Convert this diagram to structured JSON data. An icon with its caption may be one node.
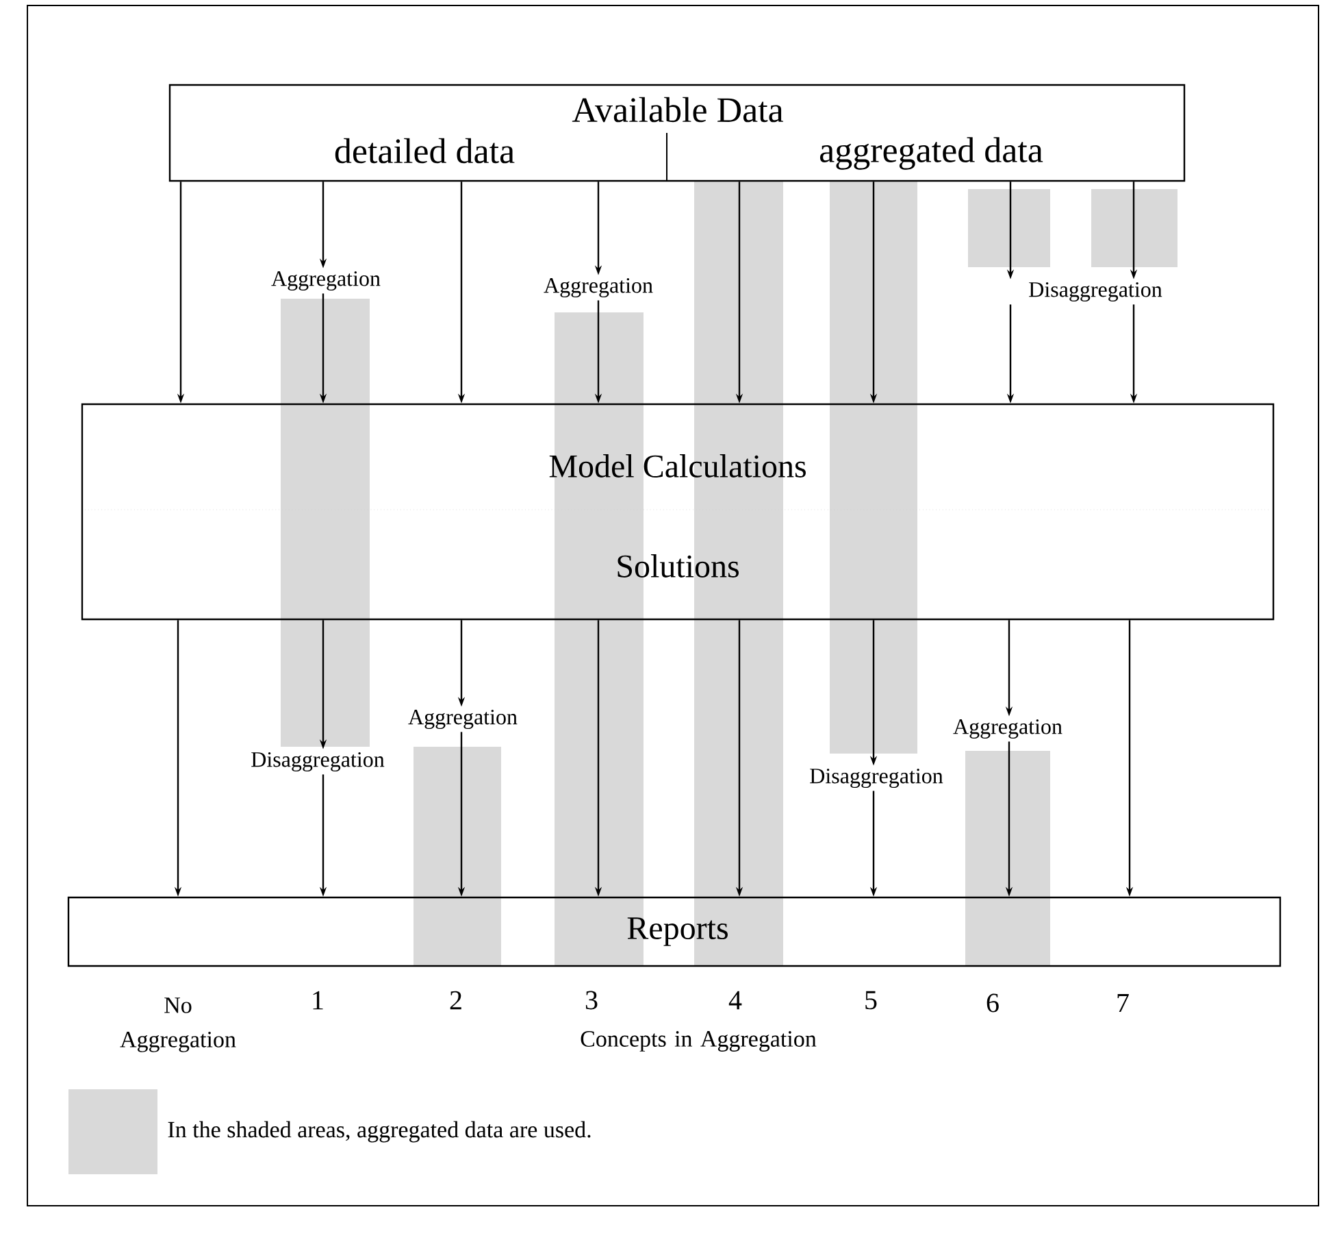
{
  "diagram": {
    "nodes": [
      {
        "text": [
          "Available Data",
          "detailed data",
          "aggregated data"
        ]
      },
      {
        "text": [
          "Model Calculations",
          "Solutions"
        ]
      },
      {
        "text": [
          "Reports"
        ]
      },
      {
        "text": [
          "Aggregation"
        ]
      },
      {
        "text": [
          "Aggregation"
        ]
      },
      {
        "text": [
          "Disaggregation"
        ]
      },
      {
        "text": [
          "Aggregation"
        ]
      },
      {
        "text": [
          "Aggregation"
        ]
      },
      {
        "text": [
          "Disaggregation"
        ]
      },
      {
        "text": [
          "Disaggregation"
        ]
      }
    ],
    "edges": [
      {
        "from": 0,
        "to": 1,
        "arrow": "to"
      },
      {
        "from": 0,
        "to": 3,
        "arrow": "to"
      },
      {
        "from": 3,
        "to": 1,
        "arrow": "to"
      },
      {
        "from": 0,
        "to": 1,
        "arrow": "to"
      },
      {
        "from": 0,
        "to": 4,
        "arrow": "to"
      },
      {
        "from": 4,
        "to": 1,
        "arrow": "to"
      },
      {
        "from": 0,
        "to": 1,
        "arrow": "to"
      },
      {
        "from": 0,
        "to": 1,
        "arrow": "to"
      },
      {
        "from": 0,
        "to": 5,
        "arrow": "to"
      },
      {
        "from": 0,
        "to": 5,
        "arrow": "to"
      },
      {
        "from": 5,
        "to": 1,
        "arrow": "to"
      },
      {
        "from": 5,
        "to": 1,
        "arrow": "to"
      },
      {
        "from": 1,
        "to": 2,
        "arrow": "to"
      },
      {
        "from": 1,
        "to": 8,
        "arrow": "to"
      },
      {
        "from": 8,
        "to": 2,
        "arrow": "to"
      },
      {
        "from": 1,
        "to": 6,
        "arrow": "to"
      },
      {
        "from": 6,
        "to": 2,
        "arrow": "to"
      },
      {
        "from": 1,
        "to": 2,
        "arrow": "to"
      },
      {
        "from": 1,
        "to": 2,
        "arrow": "to"
      },
      {
        "from": 1,
        "to": 9,
        "arrow": "to"
      },
      {
        "from": 9,
        "to": 2,
        "arrow": "to"
      },
      {
        "from": 1,
        "to": 7,
        "arrow": "to"
      },
      {
        "from": 7,
        "to": 2,
        "arrow": "to"
      },
      {
        "from": 1,
        "to": 2,
        "arrow": "to"
      }
    ],
    "labels": [
      "No Aggregation",
      "1",
      "2",
      "3",
      "4",
      "5",
      "6",
      "7",
      "Concepts in Aggregation"
    ],
    "legend": [
      {
        "text": "In the shaded areas, aggregated data are used.",
        "color": "#d9d9d9"
      }
    ]
  }
}
